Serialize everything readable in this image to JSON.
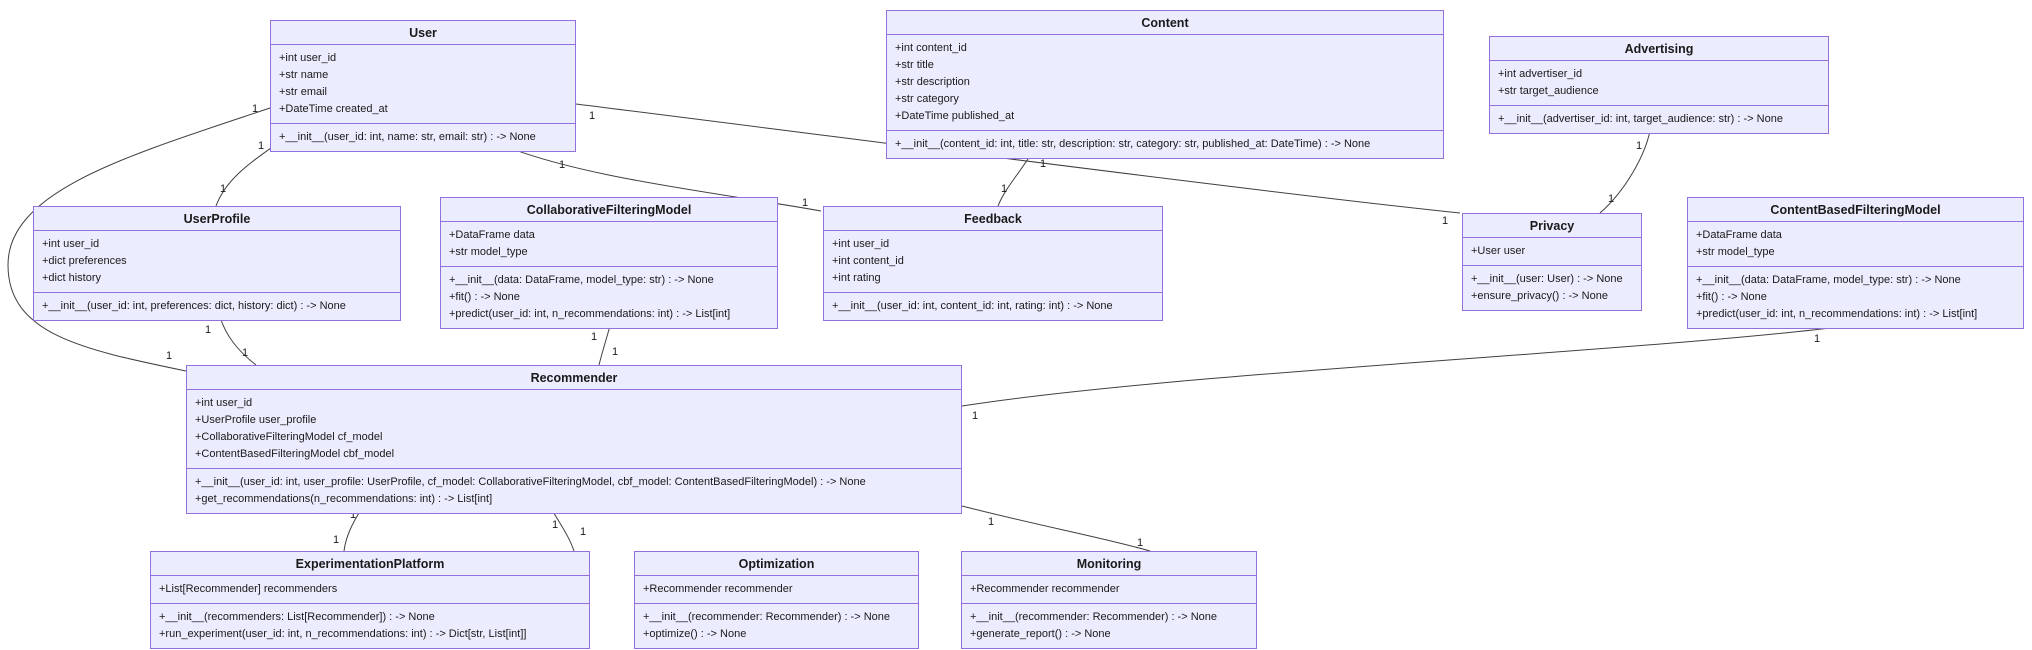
{
  "diagram": {
    "background": "#ffffff",
    "box_fill": "#ECECFF",
    "box_border": "#9370DB",
    "edge_color": "#404040",
    "text_color": "#1a1a1a"
  },
  "classes": [
    {
      "name": "User",
      "attributes": [
        "+int user_id",
        "+str name",
        "+str email",
        "+DateTime created_at"
      ],
      "methods": [
        "+__init__(user_id: int, name: str, email: str) : -> None"
      ]
    },
    {
      "name": "Content",
      "attributes": [
        "+int content_id",
        "+str title",
        "+str description",
        "+str category",
        "+DateTime published_at"
      ],
      "methods": [
        "+__init__(content_id: int, title: str, description: str, category: str, published_at: DateTime) : -> None"
      ]
    },
    {
      "name": "Advertising",
      "attributes": [
        "+int advertiser_id",
        "+str target_audience"
      ],
      "methods": [
        "+__init__(advertiser_id: int, target_audience: str) : -> None"
      ]
    },
    {
      "name": "UserProfile",
      "attributes": [
        "+int user_id",
        "+dict preferences",
        "+dict history"
      ],
      "methods": [
        "+__init__(user_id: int, preferences: dict, history: dict) : -> None"
      ]
    },
    {
      "name": "CollaborativeFilteringModel",
      "attributes": [
        "+DataFrame data",
        "+str model_type"
      ],
      "methods": [
        "+__init__(data: DataFrame, model_type: str) : -> None",
        "+fit() : -> None",
        "+predict(user_id: int, n_recommendations: int) : -> List[int]"
      ]
    },
    {
      "name": "Feedback",
      "attributes": [
        "+int user_id",
        "+int content_id",
        "+int rating"
      ],
      "methods": [
        "+__init__(user_id: int, content_id: int, rating: int) : -> None"
      ]
    },
    {
      "name": "Privacy",
      "attributes": [
        "+User user"
      ],
      "methods": [
        "+__init__(user: User) : -> None",
        "+ensure_privacy() : -> None"
      ]
    },
    {
      "name": "ContentBasedFilteringModel",
      "attributes": [
        "+DataFrame data",
        "+str model_type"
      ],
      "methods": [
        "+__init__(data: DataFrame, model_type: str) : -> None",
        "+fit() : -> None",
        "+predict(user_id: int, n_recommendations: int) : -> List[int]"
      ]
    },
    {
      "name": "Recommender",
      "attributes": [
        "+int user_id",
        "+UserProfile user_profile",
        "+CollaborativeFilteringModel cf_model",
        "+ContentBasedFilteringModel cbf_model"
      ],
      "methods": [
        "+__init__(user_id: int, user_profile: UserProfile, cf_model: CollaborativeFilteringModel, cbf_model: ContentBasedFilteringModel) : -> None",
        "+get_recommendations(n_recommendations: int) : -> List[int]"
      ]
    },
    {
      "name": "ExperimentationPlatform",
      "attributes": [
        "+List[Recommender] recommenders"
      ],
      "methods": [
        "+__init__(recommenders: List[Recommender]) : -> None",
        "+run_experiment(user_id: int, n_recommendations: int) : -> Dict[str, List[int]]"
      ]
    },
    {
      "name": "Optimization",
      "attributes": [
        "+Recommender recommender"
      ],
      "methods": [
        "+__init__(recommender: Recommender) : -> None",
        "+optimize() : -> None"
      ]
    },
    {
      "name": "Monitoring",
      "attributes": [
        "+Recommender recommender"
      ],
      "methods": [
        "+__init__(recommender: Recommender) : -> None",
        "+generate_report() : -> None"
      ]
    }
  ],
  "relationships": [
    {
      "from": "User",
      "to": "UserProfile",
      "from_label": "1",
      "to_label": "1"
    },
    {
      "from": "User",
      "to": "Recommender",
      "from_label": "1",
      "to_label": "1"
    },
    {
      "from": "UserProfile",
      "to": "Recommender",
      "from_label": "1",
      "to_label": "1"
    },
    {
      "from": "User",
      "to": "Feedback",
      "from_label": "1",
      "to_label": "1"
    },
    {
      "from": "User",
      "to": "Privacy",
      "from_label": "1",
      "to_label": "1"
    },
    {
      "from": "Content",
      "to": "Feedback",
      "from_label": "1",
      "to_label": "1"
    },
    {
      "from": "Advertising",
      "to": "Privacy",
      "from_label": "1",
      "to_label": "1"
    },
    {
      "from": "CollaborativeFilteringModel",
      "to": "Recommender",
      "from_label": "1",
      "to_label": "1"
    },
    {
      "from": "ContentBasedFilteringModel",
      "to": "Recommender",
      "from_label": "1",
      "to_label": "1"
    },
    {
      "from": "Recommender",
      "to": "ExperimentationPlatform",
      "from_label": "1",
      "to_label": "1"
    },
    {
      "from": "Recommender",
      "to": "Optimization",
      "from_label": "1",
      "to_label": "1"
    },
    {
      "from": "Recommender",
      "to": "Monitoring",
      "from_label": "1",
      "to_label": "1"
    }
  ]
}
